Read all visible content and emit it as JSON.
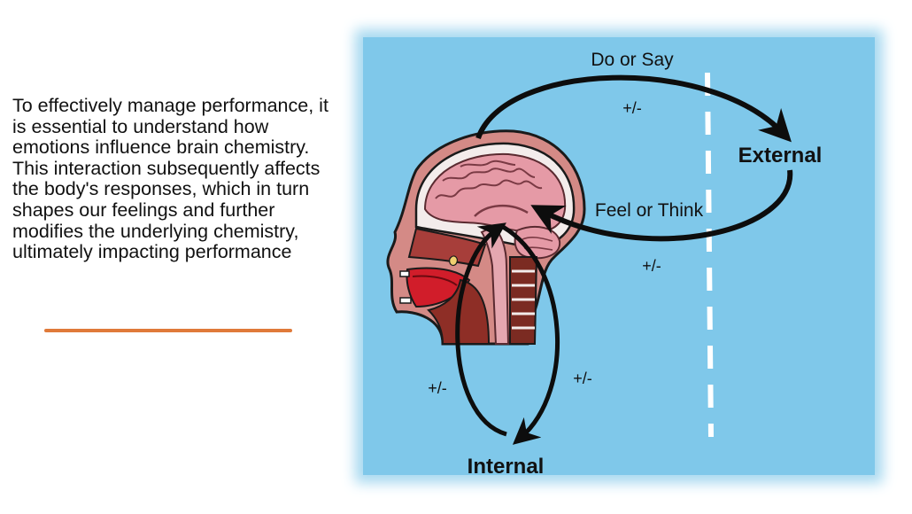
{
  "intro": {
    "text": "To effectively manage performance, it is essential to understand how emotions influence brain chemistry. This interaction subsequently affects the body's responses, which in turn shapes our feelings and further modifies the underlying chemistry, ultimately impacting performance"
  },
  "diagram": {
    "label_do_say": "Do or Say",
    "label_feel_think": "Feel or Think",
    "label_external": "External",
    "label_internal": "Internal",
    "label_plusminus_top": "+/-",
    "label_plusminus_right_mid": "+/-",
    "label_plusminus_left_low": "+/-",
    "label_plusminus_right_low": "+/-",
    "colors": {
      "panel": "#7fc8ea",
      "arrow": "#0d0d0d",
      "accent_line": "#e07a3a",
      "divider": "#ffffff"
    }
  }
}
